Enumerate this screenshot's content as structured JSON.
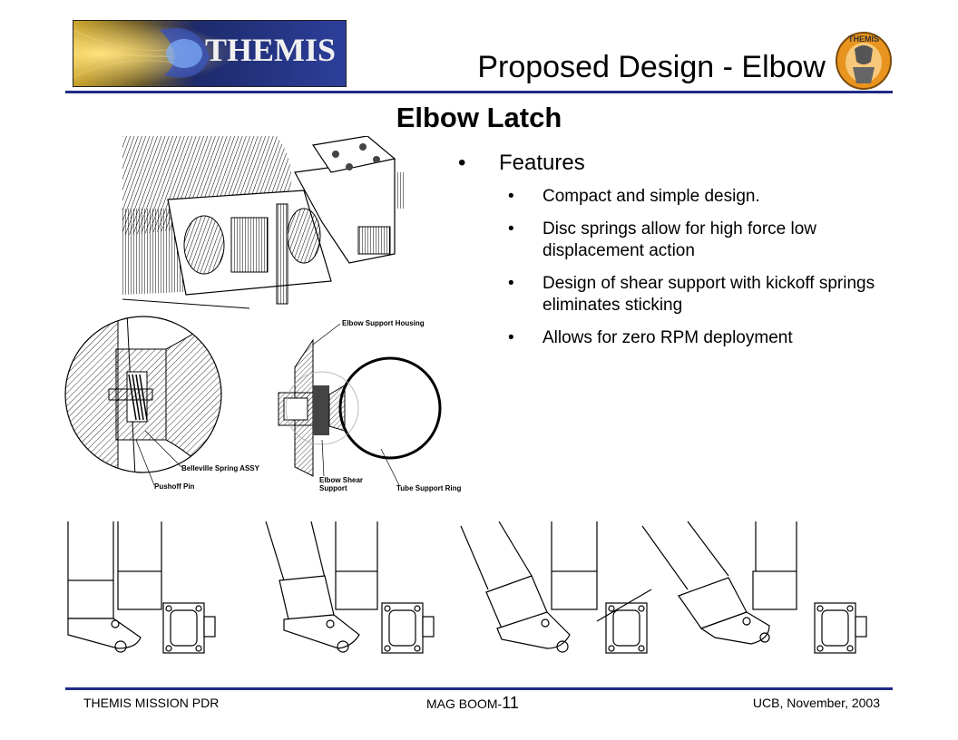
{
  "header": {
    "logo_text": "THEMIS",
    "title": "Proposed Design - Elbow",
    "seal_text": "THEMIS"
  },
  "slide": {
    "heading": "Elbow Latch",
    "bullets": [
      {
        "text": "Features",
        "sub": [
          "Compact and simple design.",
          "Disc springs allow for high force low displacement action",
          "Design of shear support with kickoff springs eliminates sticking",
          "Allows for zero RPM deployment"
        ]
      }
    ]
  },
  "drawing": {
    "labels": {
      "housing": "Elbow Support Housing",
      "spring": "Belleville Spring ASSY",
      "pin": "Pushoff Pin",
      "shear_1": "Elbow Shear",
      "shear_2": "Support",
      "ring": "Tube Support Ring"
    }
  },
  "footer": {
    "left": "THEMIS MISSION PDR",
    "mid_prefix": "MAG BOOM-",
    "mid_number": "11",
    "right": "UCB, November, 2003"
  },
  "colors": {
    "rule": "#1f2a86",
    "seal_orange": "#e8941e"
  }
}
